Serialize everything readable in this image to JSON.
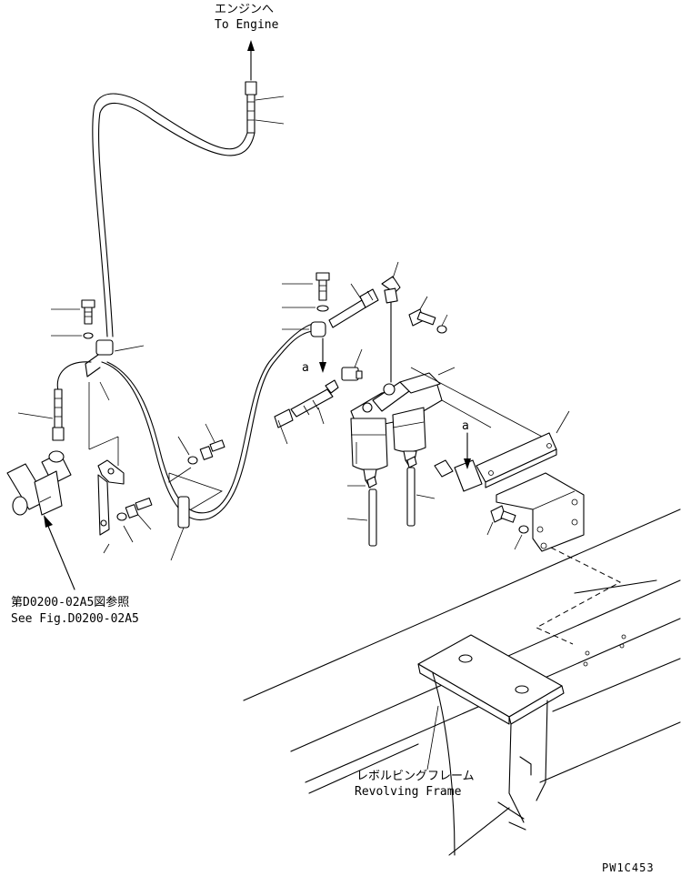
{
  "labels": {
    "engine_jp": "エンジンへ",
    "engine_en": "To Engine",
    "ref_jp": "第D0200-02A5図参照",
    "ref_en": "See Fig.D0200-02A5",
    "frame_jp": "レボルビングフレーム",
    "frame_en": "Revolving Frame",
    "callout_a": "a",
    "drawing_code": "PW1C453"
  },
  "colors": {
    "ink": "#000000",
    "paper": "#ffffff"
  }
}
